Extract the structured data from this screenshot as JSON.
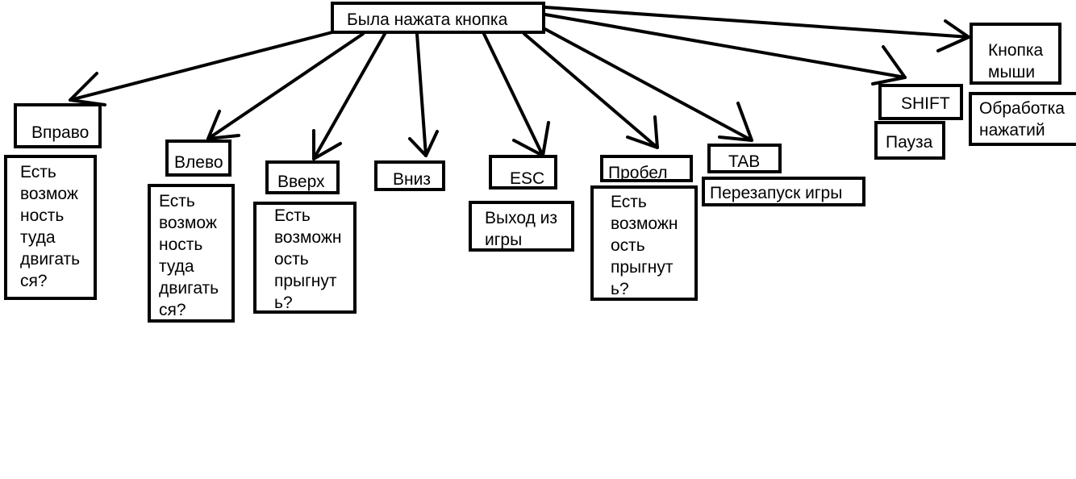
{
  "diagram": {
    "root": "Была нажата кнопка",
    "keys": {
      "right": "Вправо",
      "left": "Влево",
      "up": "Вверх",
      "down": "Вниз",
      "esc": "ESC",
      "space": "Пробел",
      "tab": "TAB",
      "shift": "SHIFT",
      "mouse": "Кнопка\nмыши"
    },
    "actions": {
      "right": "Есть\nвозмож\nность\nтуда\nдвигать\nся?",
      "left": "Есть\nвозмож\nность\nтуда\nдвигать\nся?",
      "up": "Есть\nвозможн\nость\nпрыгнут\nь?",
      "esc": "Выход из\nигры",
      "space": "Есть\nвозможн\nость\nпрыгнут\nь?",
      "tab": "Перезапуск игры",
      "shift": "Пауза",
      "mouse": "Обработка\nнажатий"
    },
    "colors": {
      "stroke": "#000000",
      "background": "#ffffff"
    }
  }
}
